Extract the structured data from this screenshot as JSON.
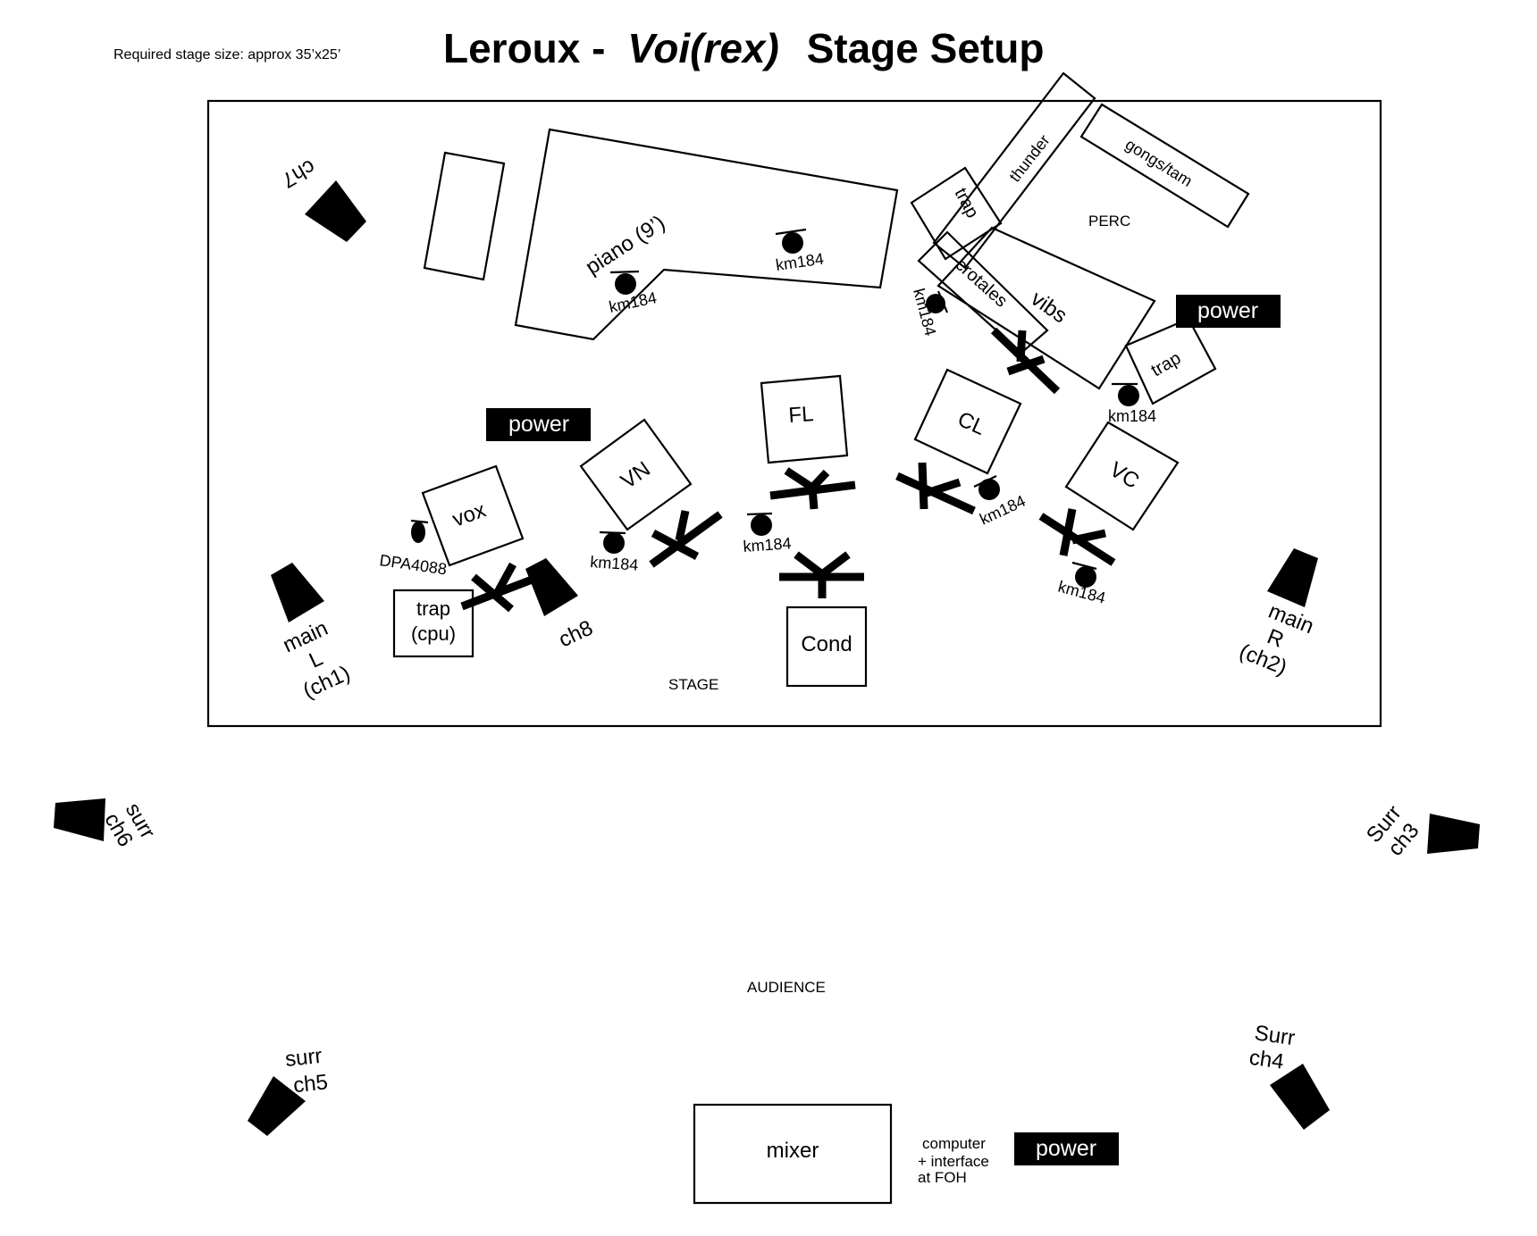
{
  "header": {
    "note": "Required stage size: approx 35’x25’",
    "title_part1": "Leroux  -",
    "title_italic": "Voi(rex)",
    "title_part2": "Stage Setup"
  },
  "zones": {
    "stage_label": "STAGE",
    "audience_label": "AUDIENCE",
    "perc_label": "PERC"
  },
  "instruments": {
    "piano": "piano (9’)",
    "thunder": "thunder",
    "gongs": "gongs/tam",
    "trap_upper": "trap",
    "crotales": "crotales",
    "vibs": "vibs",
    "trap_lower": "trap",
    "fl": "FL",
    "cl": "CL",
    "vn": "VN",
    "vc": "VC",
    "vox": "vox",
    "cond": "Cond",
    "trap_cpu_line1": "trap",
    "trap_cpu_line2": "(cpu)"
  },
  "mics": {
    "km184": "km184",
    "dpa": "DPA4088"
  },
  "power": {
    "label": "power"
  },
  "speakers": {
    "ch7": "ch7",
    "ch8": "ch8",
    "mainL": [
      "main",
      "L",
      "(ch1)"
    ],
    "mainR": [
      "main",
      "R",
      "(ch2)"
    ],
    "surr6": [
      "surr",
      "ch6"
    ],
    "surr3": [
      "Surr",
      "ch3"
    ],
    "surr5": [
      "surr",
      "ch5"
    ],
    "surr4": [
      "Surr",
      "ch4"
    ]
  },
  "foh": {
    "mixer": "mixer",
    "note_line1": "computer",
    "note_line2": "+ interface",
    "note_line3": "at FOH"
  }
}
